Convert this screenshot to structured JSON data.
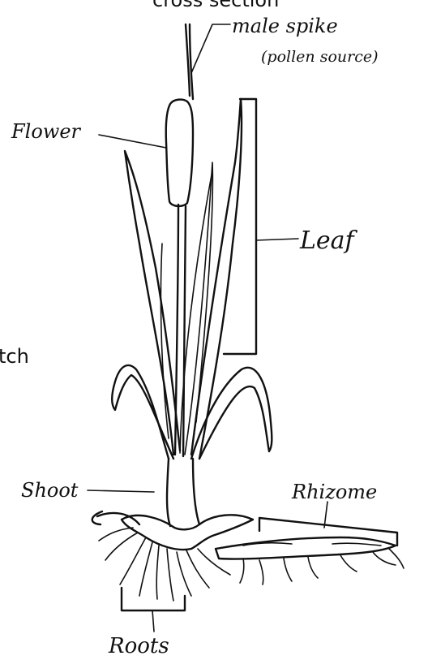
{
  "diagram": {
    "top_fragment": "cross section",
    "side_fragment": "tch",
    "labels": {
      "male_spike": "male spike",
      "pollen_source": "(pollen source)",
      "flower": "Flower",
      "leaf": "Leaf",
      "shoot": "Shoot",
      "rhizome": "Rhizome",
      "roots": "Roots"
    }
  }
}
